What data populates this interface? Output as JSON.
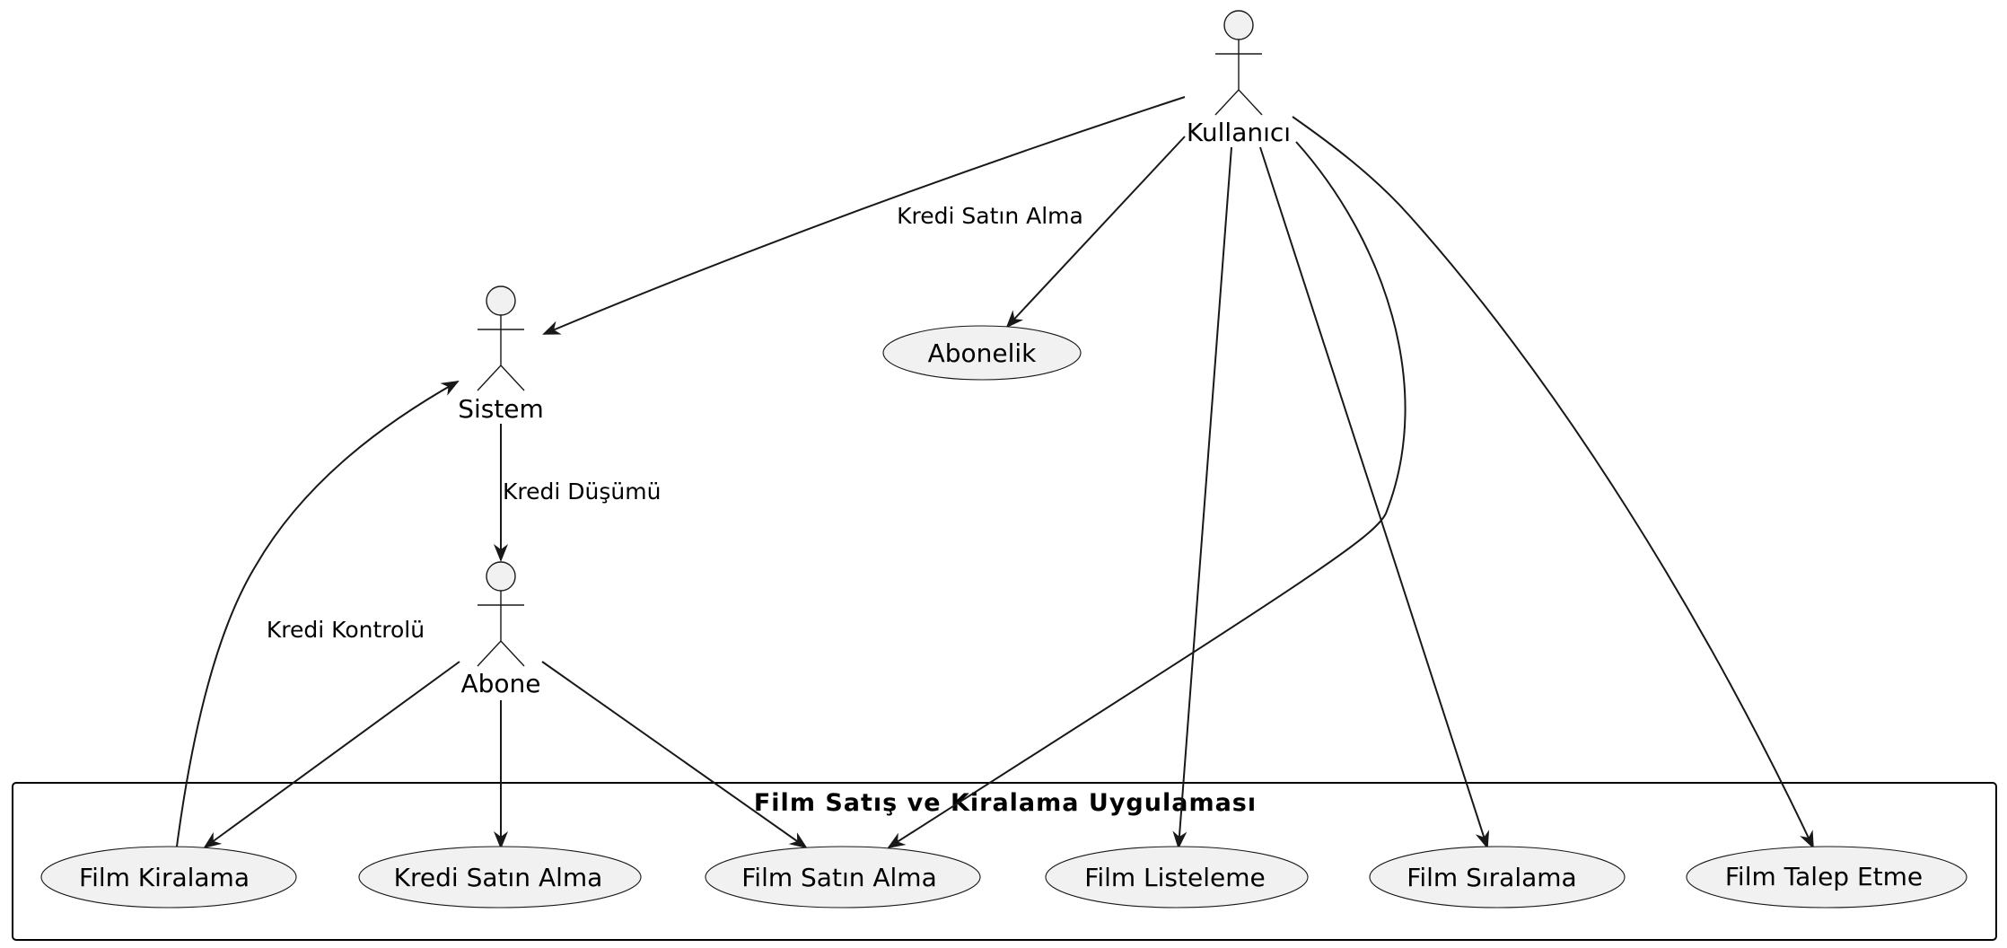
{
  "diagram": {
    "package_title": "Film Satış ve Kiralama Uygulaması",
    "actors": [
      {
        "id": "kullanici",
        "label": "Kullanıcı"
      },
      {
        "id": "sistem",
        "label": "Sistem"
      },
      {
        "id": "abone",
        "label": "Abone"
      }
    ],
    "use_cases": [
      {
        "id": "abonelik",
        "label": "Abonelik"
      },
      {
        "id": "film_kiralama",
        "label": "Film Kiralama"
      },
      {
        "id": "kredi_satin_alma",
        "label": "Kredi Satın Alma"
      },
      {
        "id": "film_satin_alma",
        "label": "Film Satın Alma"
      },
      {
        "id": "film_listeleme",
        "label": "Film Listeleme"
      },
      {
        "id": "film_siralama",
        "label": "Film Sıralama"
      },
      {
        "id": "film_talep_etme",
        "label": "Film Talep Etme"
      }
    ],
    "edges": [
      {
        "from": "Kullanıcı",
        "to": "Sistem",
        "label": "Kredi Satın Alma"
      },
      {
        "from": "Kullanıcı",
        "to": "Abonelik",
        "label": ""
      },
      {
        "from": "Kullanıcı",
        "to": "Film Satın Alma",
        "label": ""
      },
      {
        "from": "Kullanıcı",
        "to": "Film Listeleme",
        "label": ""
      },
      {
        "from": "Kullanıcı",
        "to": "Film Sıralama",
        "label": ""
      },
      {
        "from": "Kullanıcı",
        "to": "Film Talep Etme",
        "label": ""
      },
      {
        "from": "Sistem",
        "to": "Abone",
        "label": "Kredi Düşümü"
      },
      {
        "from": "Film Kiralama",
        "to": "Sistem",
        "label": "Kredi Kontrolü"
      },
      {
        "from": "Abone",
        "to": "Film Kiralama",
        "label": ""
      },
      {
        "from": "Abone",
        "to": "Kredi Satın Alma",
        "label": ""
      },
      {
        "from": "Abone",
        "to": "Film Satın Alma",
        "label": ""
      }
    ]
  }
}
